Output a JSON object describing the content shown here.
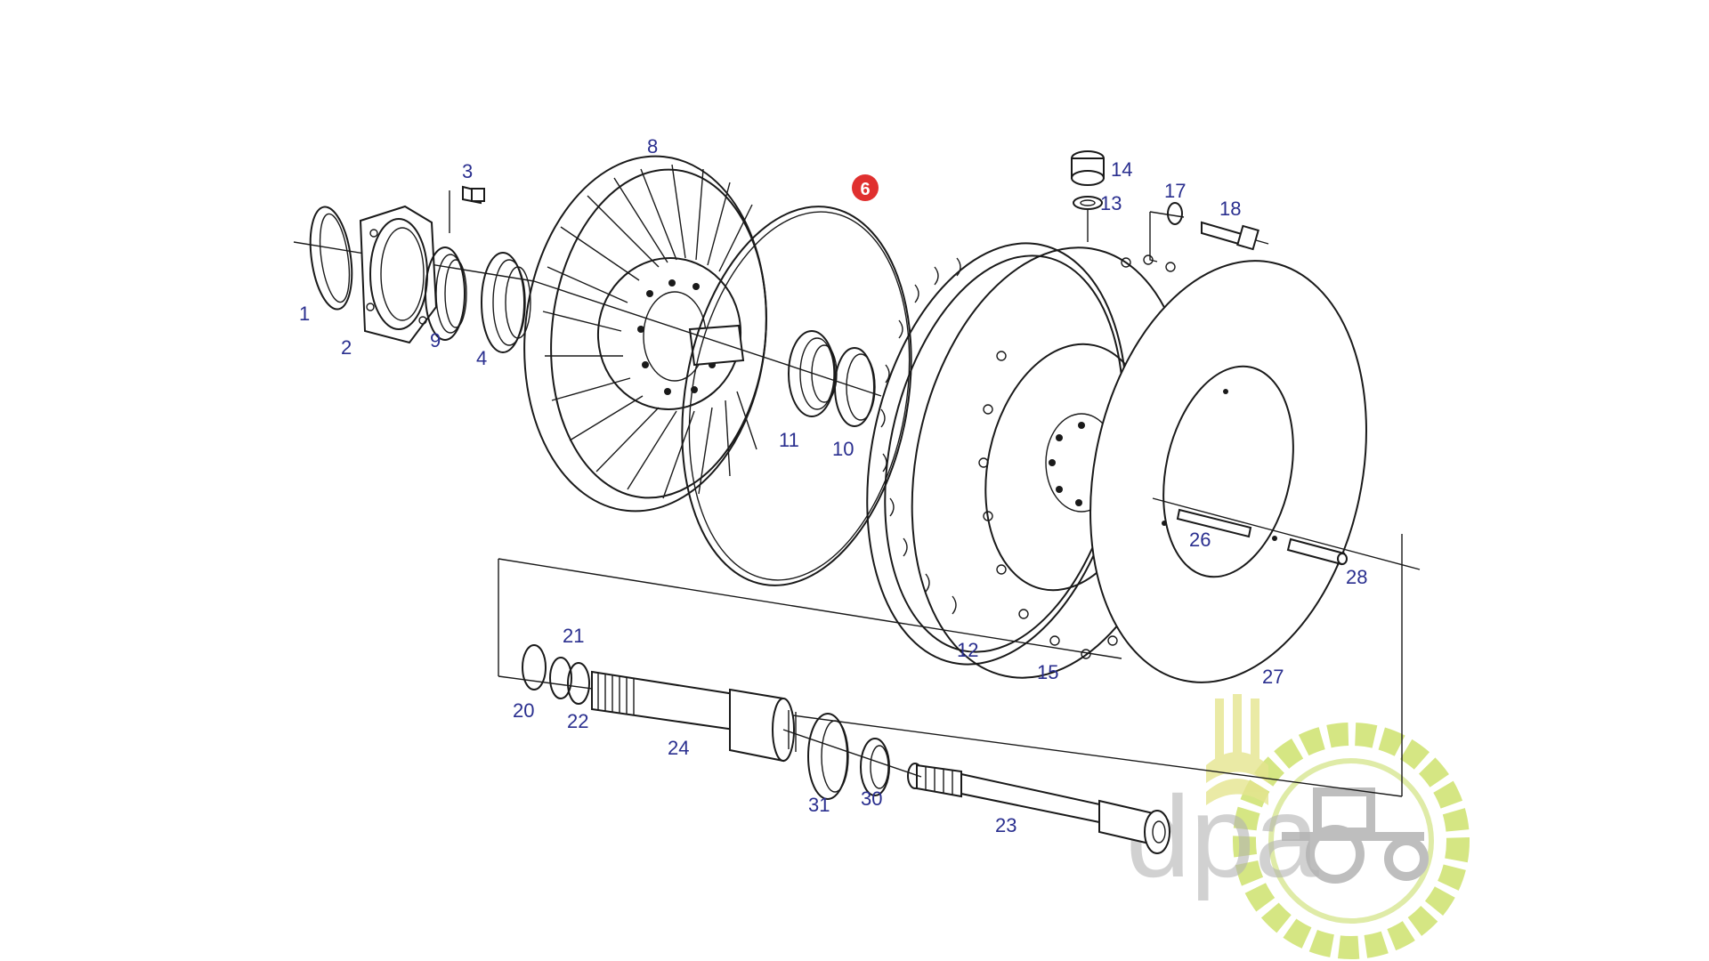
{
  "diagram": {
    "highlighted_part": {
      "label": "6",
      "color": "#e0302f"
    },
    "part_labels": {
      "p1": "1",
      "p2": "2",
      "p3": "3",
      "p4": "4",
      "p8": "8",
      "p9": "9",
      "p10": "10",
      "p11": "11",
      "p12": "12",
      "p13": "13",
      "p14": "14",
      "p15": "15",
      "p17": "17",
      "p18": "18",
      "p20": "20",
      "p21": "21",
      "p22": "22",
      "p23": "23",
      "p24": "24",
      "p26": "26",
      "p27": "27",
      "p28": "28",
      "p30": "30",
      "p31": "31"
    },
    "label_color": "#2a2f8f"
  },
  "watermark": {
    "text": "dpa",
    "colors": {
      "grey": "#9a9a9a",
      "green": "#b7d94a",
      "yellow": "#e6e67a"
    }
  }
}
